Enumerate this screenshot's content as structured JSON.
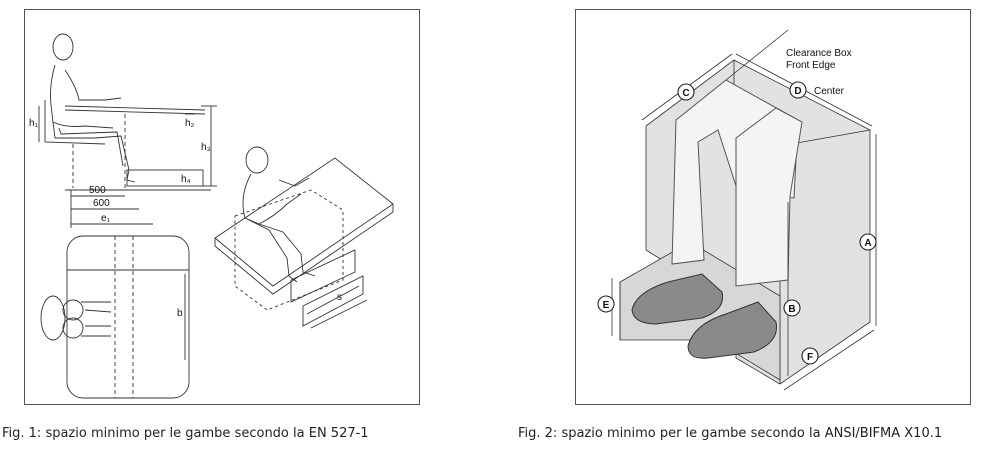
{
  "figure1": {
    "caption": "Fig. 1: spazio minimo per le gambe secondo la EN 527-1",
    "dims": {
      "d500": "500",
      "d600": "600",
      "e1": "e₁",
      "h1": "h₁",
      "h2": "h₂",
      "h3": "h₃",
      "h4": "h₄",
      "b": "b",
      "s": "s"
    }
  },
  "figure2": {
    "caption": "Fig. 2: spazio minimo per le gambe secondo la ANSI/BIFMA X10.1",
    "title_line1": "Clearance Box",
    "title_line2": "Front Edge",
    "center_label": "Center",
    "markers": [
      "A",
      "B",
      "C",
      "D",
      "E",
      "F"
    ]
  }
}
